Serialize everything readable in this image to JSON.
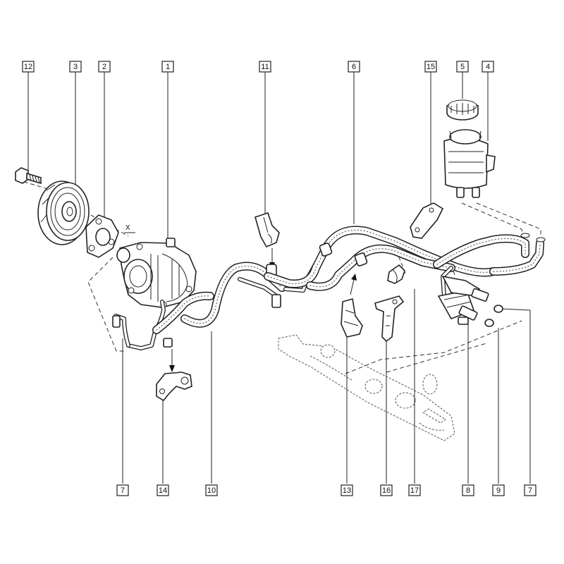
{
  "diagram": {
    "callouts": {
      "c12": "12",
      "c3": "3",
      "c2": "2",
      "c1": "1",
      "c11": "11",
      "c6": "6",
      "c15": "15",
      "c5": "5",
      "c4": "4",
      "c7a": "7",
      "c14": "14",
      "c10": "10",
      "c13": "13",
      "c16": "16",
      "c17": "17",
      "c8": "8",
      "c9": "9",
      "c7b": "7"
    },
    "mark_x": "X"
  }
}
